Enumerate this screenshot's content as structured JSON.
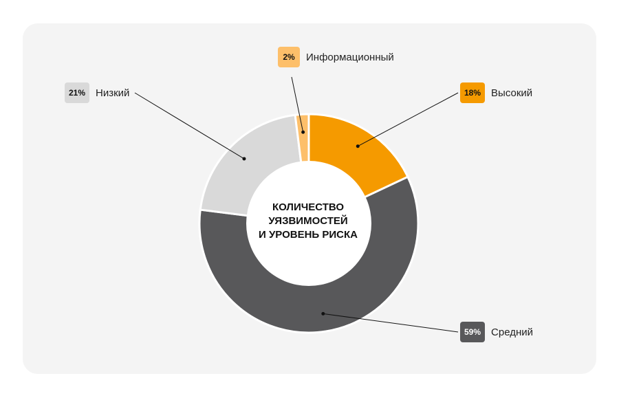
{
  "chart_data": {
    "type": "pie",
    "donut": true,
    "center_text": [
      "КОЛИЧЕСТВО",
      "УЯЗВИМОСТЕЙ",
      "И УРОВЕНЬ РИСКА"
    ],
    "slices": [
      {
        "name": "Высокий",
        "value": 18,
        "label": "18%",
        "color": "#f59a00",
        "text_color": "#111111"
      },
      {
        "name": "Средний",
        "value": 59,
        "label": "59%",
        "color": "#58585a",
        "text_color": "#ffffff"
      },
      {
        "name": "Низкий",
        "value": 21,
        "label": "21%",
        "color": "#d9d9d9",
        "text_color": "#111111"
      },
      {
        "name": "Информационный",
        "value": 2,
        "label": "2%",
        "color": "#fdbf6a",
        "text_color": "#111111"
      }
    ]
  }
}
